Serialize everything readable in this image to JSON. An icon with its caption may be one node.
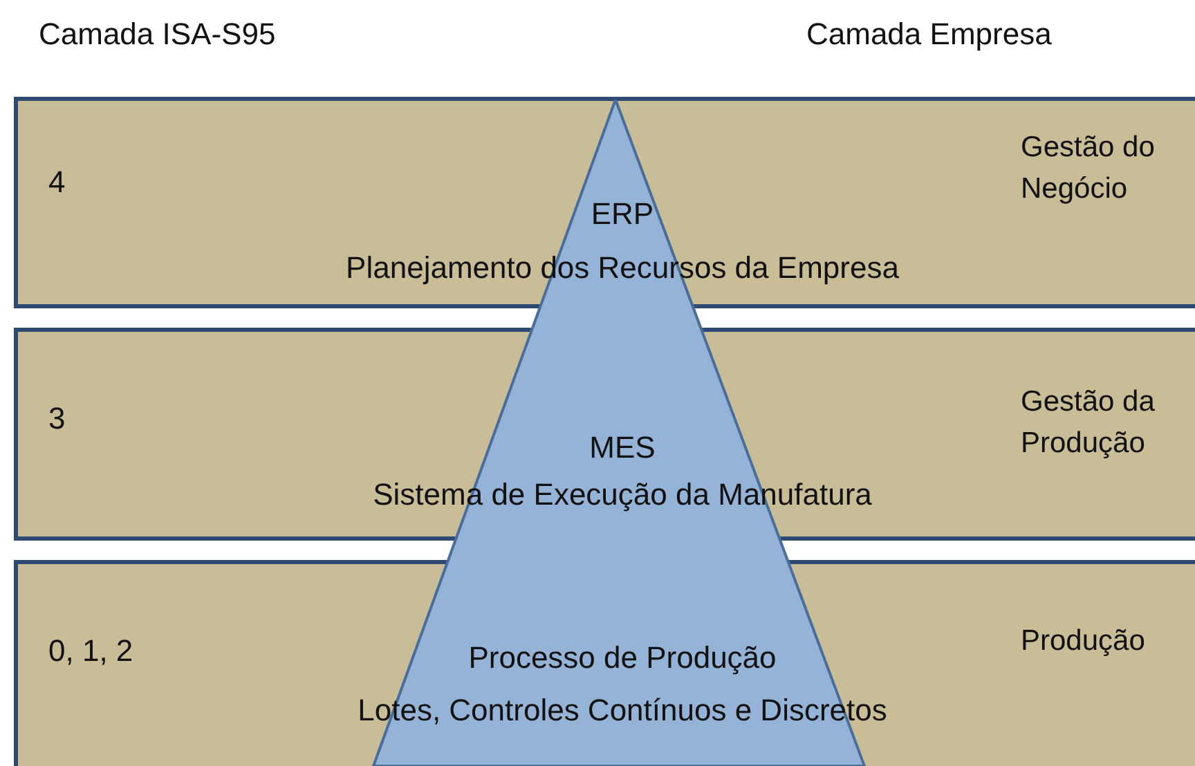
{
  "diagram": {
    "nodes": [
      {
        "text": [
          "4",
          "ERP",
          "Planejamento dos Recursos da Empresa",
          "Gestão do Negócio"
        ]
      },
      {
        "text": [
          "3",
          "MES",
          "Sistema de Execução da Manufatura",
          "Gestão da Produção"
        ]
      },
      {
        "text": [
          "0, 1, 2",
          "Processo de Produção",
          "Lotes, Controles Contínuos e Discretos",
          "Produção"
        ]
      },
      {
        "text": [],
        "shape": "triangle"
      }
    ],
    "labels": [
      "Camada ISA-S95",
      "Camada Empresa"
    ]
  }
}
